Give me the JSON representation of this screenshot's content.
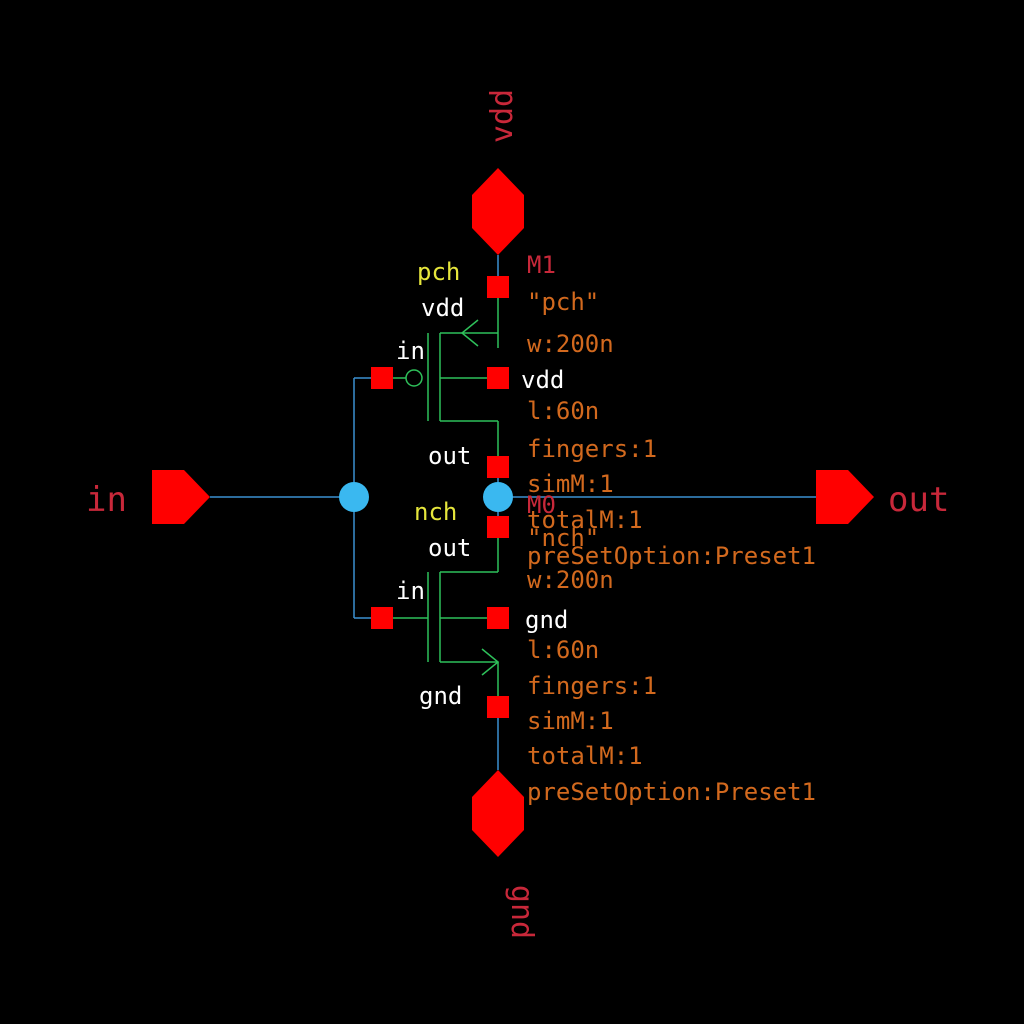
{
  "colors": {
    "background": "#000000",
    "wire": "#3a8fd0",
    "device": "#2ec05a",
    "pin": "#ff0000",
    "junction": "#3ab8f0",
    "pin_label": "#c8283a",
    "term_label": "#ffffff",
    "cell_label": "#e6e63c",
    "inst_name": "#c8283a",
    "param": "#d2691e"
  },
  "pins": {
    "vdd": "vdd",
    "gnd": "gnd",
    "in": "in",
    "out": "out"
  },
  "pmos": {
    "cell": "pch",
    "term_source": "vdd",
    "term_gate": "in",
    "term_bulk": "vdd",
    "term_drain": "out",
    "inst": "M1",
    "params": [
      "\"pch\"",
      "w:200n",
      "l:60n",
      "fingers:1",
      "simM:1",
      "totalM:1",
      "preSetOption:Preset1"
    ]
  },
  "nmos": {
    "cell": "nch",
    "term_drain": "out",
    "term_gate": "in",
    "term_bulk": "gnd",
    "term_source": "gnd",
    "inst": "M0",
    "params": [
      "\"nch\"",
      "w:200n",
      "l:60n",
      "fingers:1",
      "simM:1",
      "totalM:1",
      "preSetOption:Preset1"
    ]
  }
}
